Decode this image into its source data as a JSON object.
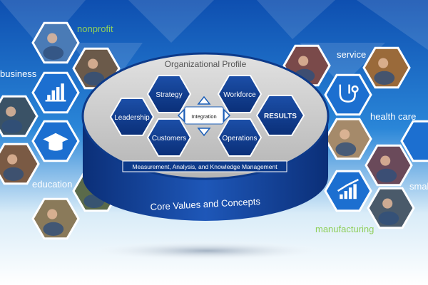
{
  "sectors": {
    "nonprofit": "nonprofit",
    "business": "business",
    "education": "education",
    "service": "service",
    "health_care": "health care",
    "small": "small",
    "manufacturing": "manufacturing"
  },
  "model": {
    "profile_label": "Organizational Profile",
    "leadership": "Leadership",
    "strategy": "Strategy",
    "customers": "Customers",
    "workforce": "Workforce",
    "operations": "Operations",
    "results": "RESULTS",
    "integration": "Integration",
    "measurement_bar": "Measurement, Analysis, and Knowledge Management",
    "core_values": "Core Values and Concepts"
  },
  "colors": {
    "background_blue": "#1565c0",
    "hex_navy": "#0d3a8a",
    "disc_gray": "#c7c7c7",
    "sector_green": "#8fcf5a",
    "arrow_blue": "#1c5fb8"
  },
  "icons": {
    "business": "bar-chart-icon",
    "education": "graduation-cap-icon",
    "health_care": "stethoscope-icon",
    "manufacturing": "rising-bar-chart-icon"
  }
}
